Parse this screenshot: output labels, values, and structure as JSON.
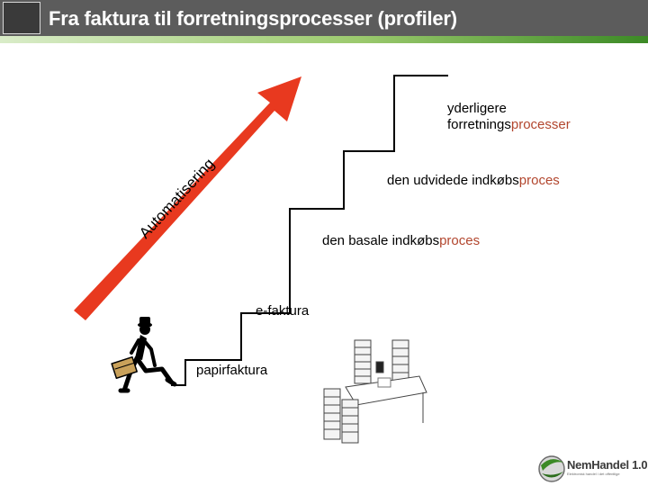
{
  "slide": {
    "title": "Fra faktura til forretningsprocesser (profiler)"
  },
  "arrow": {
    "label": "Automatisering",
    "color": "#e8391f"
  },
  "steps": [
    {
      "text": "papirfaktura",
      "accent": ""
    },
    {
      "text": "e-faktura",
      "accent": ""
    },
    {
      "text": "den basale indkøbs",
      "accent": "proces"
    },
    {
      "text": "den udvidede indkøbs",
      "accent": "proces"
    },
    {
      "line1": "yderligere",
      "text": "forretnings",
      "accent": "processer"
    }
  ],
  "logo": {
    "name": "NemHandel 1.0",
    "tagline": "Elektronisk handel i det offentlige"
  },
  "colors": {
    "title_bg": "#5c5c5c",
    "accent_text": "#b2462e",
    "brand_green": "#3c8a26"
  },
  "icons": [
    "running-man-icon",
    "office-desk-icon",
    "nemhandel-logo-icon"
  ]
}
